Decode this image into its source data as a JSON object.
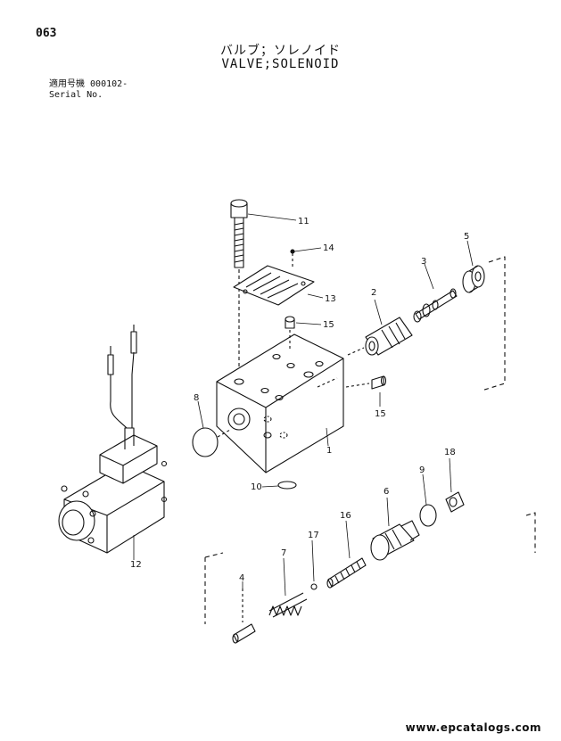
{
  "page_number": "063",
  "title_jp": "バルブ；ソレノイド",
  "title_en": "VALVE;SOLENOID",
  "serial": {
    "label_jp": "適用号機",
    "value": "000102-",
    "label_en": "Serial No."
  },
  "callouts": [
    "1",
    "2",
    "3",
    "4",
    "5",
    "6",
    "7",
    "8",
    "9",
    "10",
    "11",
    "12",
    "13",
    "14",
    "15",
    "15",
    "16",
    "17",
    "18"
  ],
  "footer_url": "www.epcatalogs.com"
}
